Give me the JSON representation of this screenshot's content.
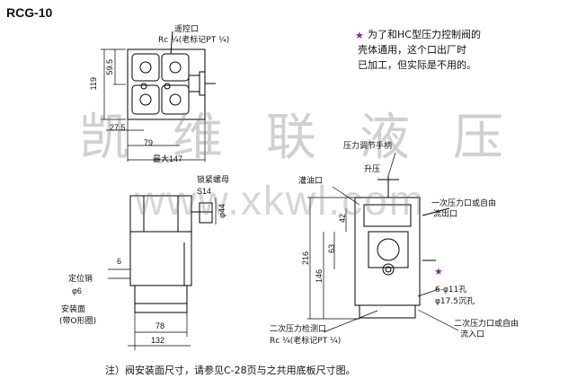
{
  "title": "RCG-10",
  "labels": {
    "vent_port": "遥控口",
    "vent_port_thread": "Rc ¼(老标记PT ¼)",
    "note_line1": "为了和HC型压力控制阀的",
    "note_line2": "壳体通用，这个口出厂时",
    "note_line3": "已加工，但实际是不用的。",
    "pressure_knob": "压力调节手柄",
    "rise": "升压",
    "lock_nut": "锁紧螺母",
    "lock_nut_size": "S14",
    "oil_fill": "灌油口",
    "secondary_out": "一次压力口或自由",
    "secondary_out2": "流出口",
    "locating_pin": "定位销",
    "locating_pin_size": "φ6",
    "mounting_face": "安装面",
    "mounting_face_sub": "(带O形圈)",
    "gauge_port": "二次压力检测口",
    "gauge_port_thread": "Rc ¼(老标记PT ¼)",
    "holes1": "6-φ11孔",
    "holes2": "φ17.5沉孔",
    "inlet1": "二次压力口或自由",
    "inlet2": "流入口"
  },
  "dimensions": {
    "d119": "119",
    "d595": "59.5",
    "d275": "27.5",
    "d79": "79",
    "dmax": "最大147",
    "d44": "φ44",
    "d6": "6",
    "d78": "78",
    "d132": "132",
    "d216": "216",
    "d146": "146",
    "d63": "63",
    "d42": "42"
  },
  "watermark": {
    "cn": "凯维联液压",
    "url": "www.xkwl.com"
  },
  "footer": "注）阀安装面尺寸，请参见C-28页与之共用底板尺寸图。",
  "star_symbol": "★"
}
